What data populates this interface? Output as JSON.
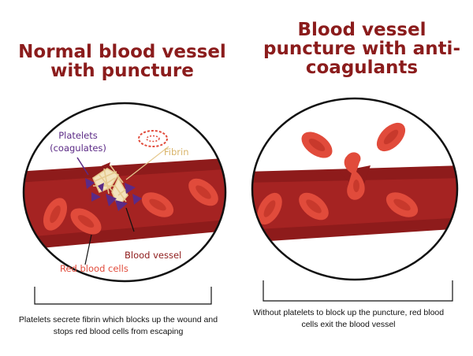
{
  "panels": [
    {
      "title": "Normal blood vessel with puncture",
      "labels": {
        "platelets": "Platelets",
        "coagulates": "(coagulates)",
        "fibrin": "Fibrin",
        "blood_vessel": "Blood vessel",
        "red_blood_cells": "Red blood cells"
      },
      "caption": "Platelets secrete fibrin which blocks up the wound and stops red blood cells from escaping"
    },
    {
      "title": "Blood vessel puncture with anti-coagulants",
      "caption": "Without platelets to block up the puncture, red blood cells exit the blood vessel"
    }
  ],
  "colors": {
    "title": "#8b1c1c",
    "vessel": "#8e1b1b",
    "vessel_inner": "#a52322",
    "rbc": "#e14b3b",
    "rbc_center": "#c8392c",
    "platelet": "#5b2a86",
    "fibrin": "#e6c98f",
    "rbc_label": "#e14b3b"
  },
  "icons": [
    "platelet-icon",
    "fibrin-mesh-icon",
    "red-blood-cell-icon"
  ]
}
